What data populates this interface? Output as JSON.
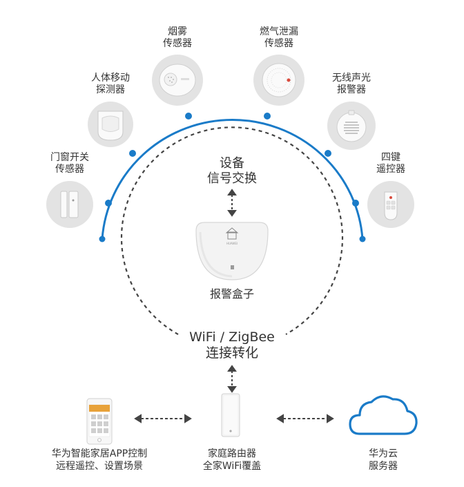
{
  "colors": {
    "arc": "#1a7bc8",
    "circle_bg": "#e3e3e3",
    "dashed": "#444444",
    "text": "#333333"
  },
  "sensors": [
    {
      "name_l1": "门窗开关",
      "name_l2": "传感器",
      "icon": "door-window-sensor-icon"
    },
    {
      "name_l1": "人体移动",
      "name_l2": "探测器",
      "icon": "motion-detector-icon"
    },
    {
      "name_l1": "烟雾",
      "name_l2": "传感器",
      "icon": "smoke-sensor-icon"
    },
    {
      "name_l1": "燃气泄漏",
      "name_l2": "传感器",
      "icon": "gas-leak-sensor-icon"
    },
    {
      "name_l1": "无线声光",
      "name_l2": "报警器",
      "icon": "siren-alarm-icon"
    },
    {
      "name_l1": "四键",
      "name_l2": "遥控器",
      "icon": "remote-control-icon"
    }
  ],
  "center": {
    "exchange_l1": "设备",
    "exchange_l2": "信号交换",
    "hub_label": "报警盒子",
    "hub_brand": "HUAWEI",
    "conv_l1": "WiFi / ZigBee",
    "conv_l2": "连接转化"
  },
  "bottom": {
    "app_l1": "华为智能家居APP控制",
    "app_l2": "远程遥控、设置场景",
    "router_l1": "家庭路由器",
    "router_l2": "全家WiFi覆盖",
    "cloud_l1": "华为云",
    "cloud_l2": "服务器"
  }
}
